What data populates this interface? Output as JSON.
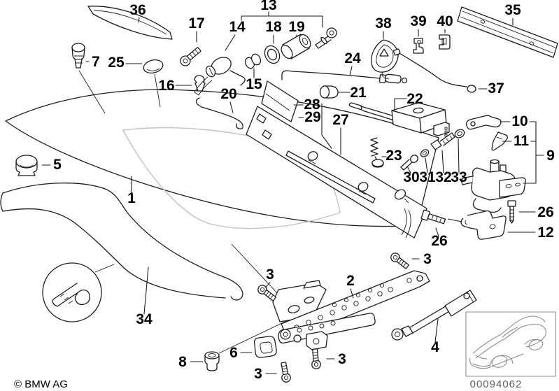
{
  "diagram": {
    "type": "exploded-parts-diagram",
    "subject": "trunk lid with hinges, lock, seal and mounting parts",
    "callouts": [
      "36",
      "13",
      "17",
      "14",
      "18",
      "19",
      "38",
      "39",
      "40",
      "35",
      "7",
      "25",
      "24",
      "16",
      "15",
      "20",
      "21",
      "22",
      "37",
      "28",
      "29",
      "27",
      "10",
      "11",
      "9",
      "5",
      "23",
      "30",
      "31",
      "32",
      "33",
      "1",
      "26",
      "12",
      "26",
      "3",
      "3",
      "2",
      "34",
      "4",
      "6",
      "3",
      "8",
      "3"
    ],
    "copyright": "© BMW AG",
    "diagram_id": "00094062",
    "colors": {
      "line": "#1c1c1c",
      "light_line": "#c3c3c3",
      "background": "#ffffff",
      "label_text": "#000000",
      "id_text": "#5f5f5f",
      "thumbnail_line": "#8d8d8d"
    }
  }
}
